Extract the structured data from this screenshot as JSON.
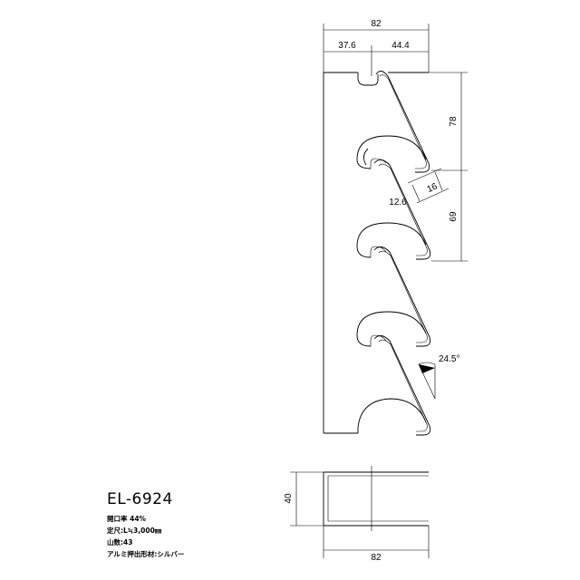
{
  "title": "EL-6924",
  "specs": [
    "開口率  44%",
    "定尺:L≒3,000㎜",
    "山数:43",
    "アルミ押出形材:シルバー"
  ],
  "dimensions": {
    "overall_width": "82",
    "left_width": "37.6",
    "right_width": "44.4",
    "pitch_top": "78",
    "pitch": "69",
    "gap": "12.6",
    "slat_thickness": "16",
    "angle": "24.5°",
    "depth": "40",
    "bottom_width": "82"
  }
}
